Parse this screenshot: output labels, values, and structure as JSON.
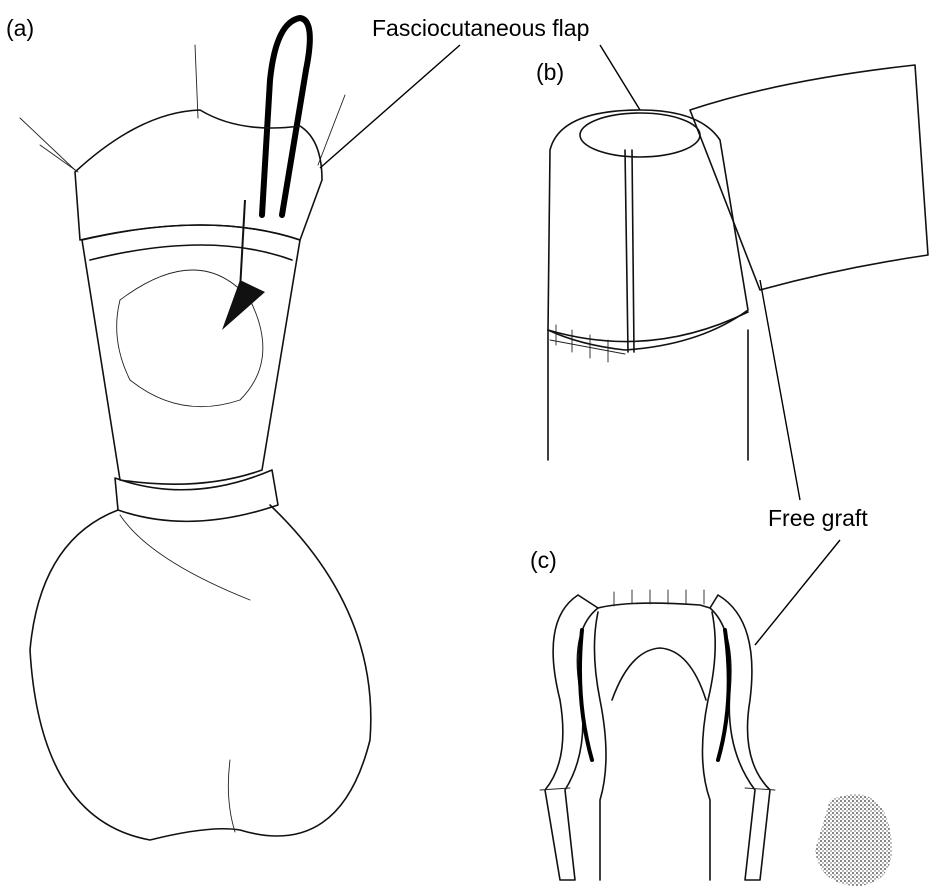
{
  "figure": {
    "panel_labels": {
      "a": "(a)",
      "b": "(b)",
      "c": "(c)"
    },
    "callouts": {
      "fasciocutaneous_flap": "Fasciocutaneous flap",
      "free_graft": "Free graft"
    }
  }
}
